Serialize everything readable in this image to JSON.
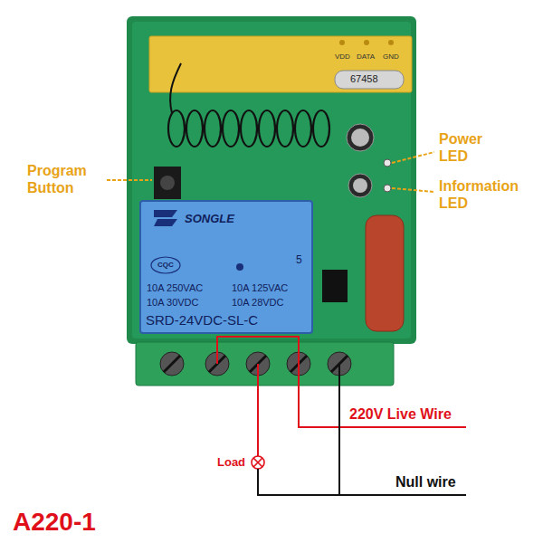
{
  "diagram": {
    "title": "A220-1",
    "labels": [
      "Program Button",
      "Power LED",
      "Information LED",
      "220V Live Wire",
      "Load",
      "Null wire",
      "SONGLE",
      "5",
      "10A 250VAC",
      "10A 125VAC",
      "10A 30VDC",
      "10A 28VDC",
      "SRD-24VDC-SL-C",
      "67458",
      "VDD",
      "DATA",
      "GND",
      "CQC"
    ]
  }
}
